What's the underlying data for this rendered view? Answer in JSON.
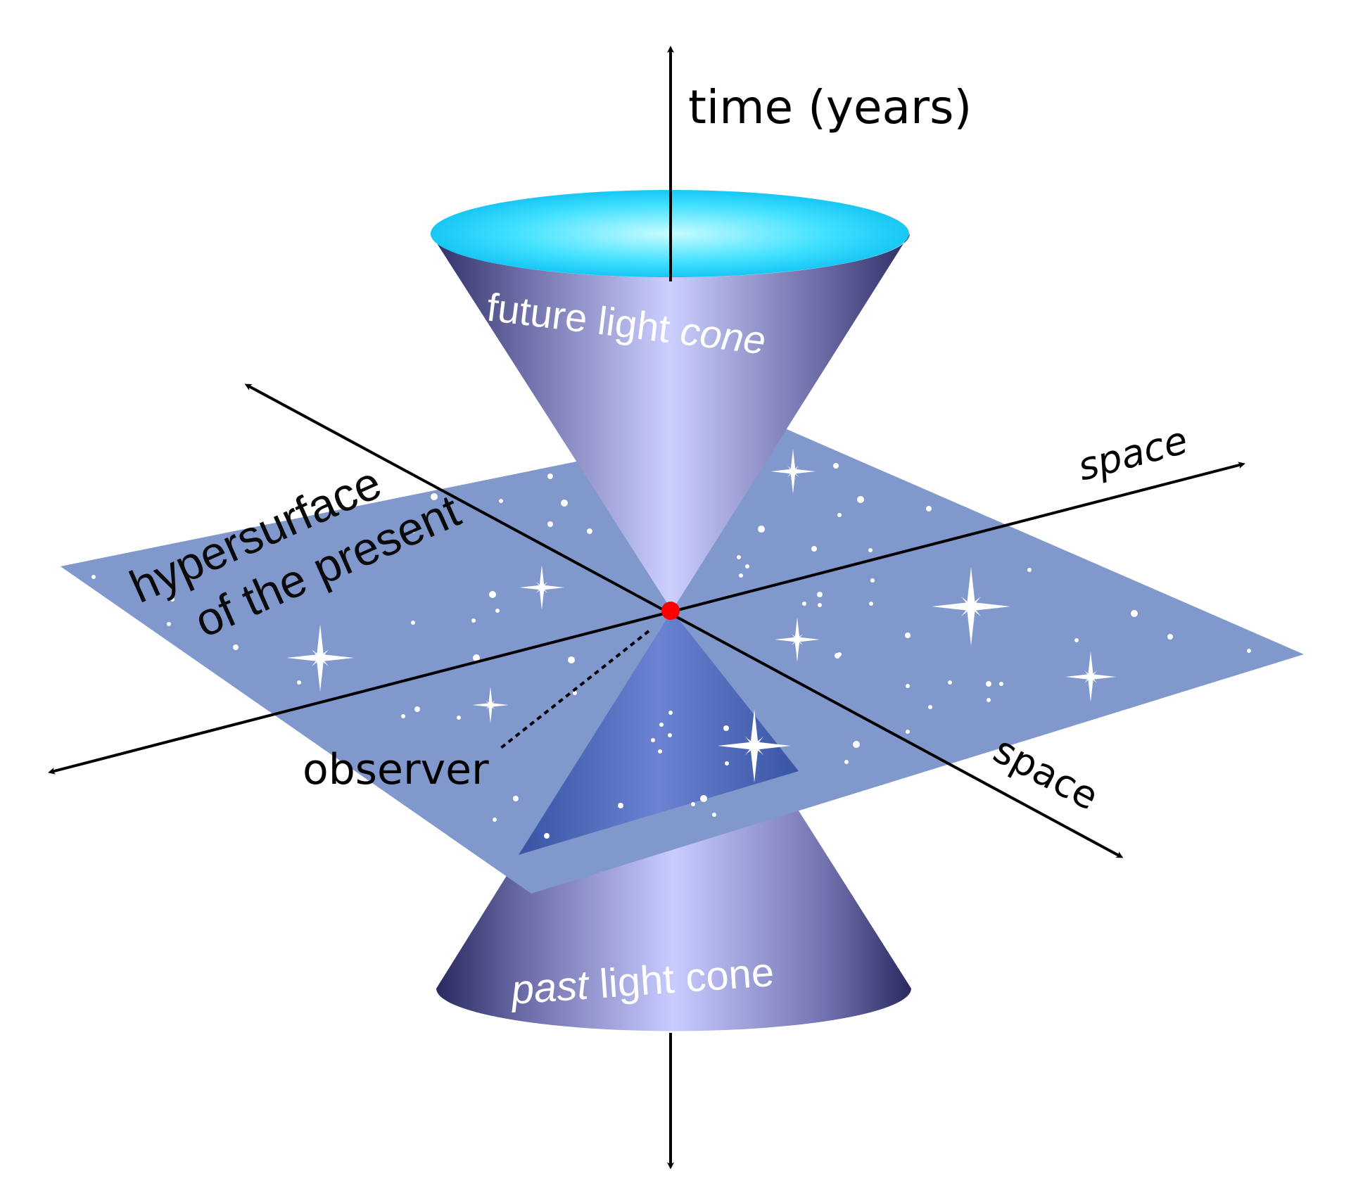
{
  "labels": {
    "time_axis": "time (years)",
    "future_cone_regular": "future light ",
    "future_cone_italic": "cone",
    "past_cone_italic": "past",
    "past_cone_regular": " light cone",
    "hypersurface_line1": "hypersurface",
    "hypersurface_line2": "of the present",
    "space_right": "space",
    "space_lower": "space",
    "observer": "observer"
  },
  "colors": {
    "plane": "#8098cc",
    "cone_rim_light": "#c8ccff",
    "cone_edge_dark": "#2e2e66",
    "cone_interior": "#00c8f0",
    "observer_dot": "#ff0000",
    "axis": "#000000"
  },
  "icons": {
    "stars": "sparkle-star-icon",
    "dots": "star-dot-icon"
  }
}
